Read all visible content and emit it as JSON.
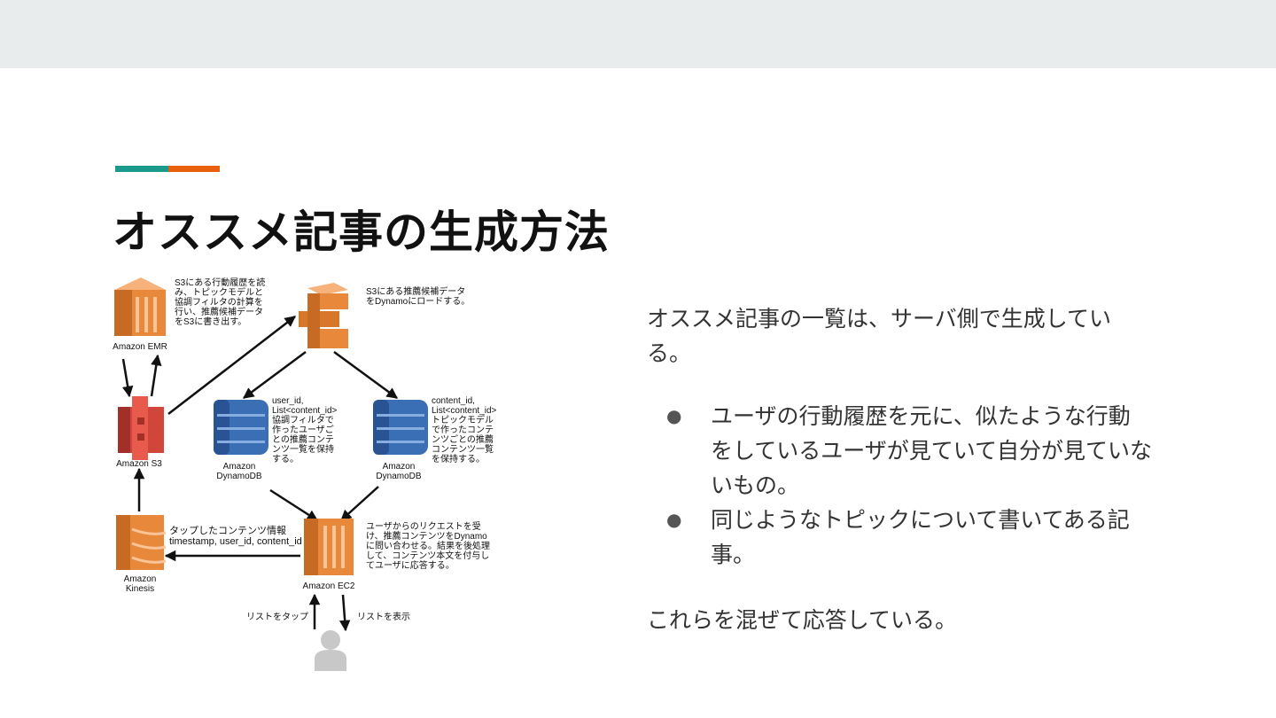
{
  "slide": {
    "title": "オススメ記事の生成方法",
    "colors": {
      "topbar": "#e8ecec",
      "accent_teal": "#1a9a8a",
      "accent_orange": "#e8600e",
      "aws_orange": "#e8883a",
      "aws_blue": "#3b6fb5",
      "aws_red": "#d0463a"
    }
  },
  "diagram": {
    "nodes": {
      "emr": "Amazon EMR",
      "s3": "Amazon S3",
      "dynamo1": [
        "Amazon",
        "DynamoDB"
      ],
      "dynamo2": [
        "Amazon",
        "DynamoDB"
      ],
      "kinesis": [
        "Amazon",
        "Kinesis"
      ],
      "ec2": "Amazon EC2"
    },
    "notes": {
      "emr": [
        "S3にある行動履歴を読",
        "み、トピックモデルと",
        "協調フィルタの計算を",
        "行い、推薦候補データ",
        "をS3に書き出す。"
      ],
      "pipeline": [
        "S3にある推薦候補データ",
        "をDynamoにロードする。"
      ],
      "dynamo1": [
        "user_id,",
        "List<content_id>",
        "協調フィルタで",
        "作ったユーザご",
        "との推薦コンテ",
        "ンツ一覧を保持",
        "する。"
      ],
      "dynamo2": [
        "content_id,",
        "List<content_id>",
        "トピックモデル",
        "で作ったコンテ",
        "ンツごとの推薦",
        "コンテンツ一覧",
        "を保持する。"
      ],
      "kinesis": [
        "タップしたコンテンツ情報",
        "timestamp, user_id, content_id"
      ],
      "ec2": [
        "ユーザからのリクエストを受",
        "け、推薦コンテンツをDynamo",
        "に問い合わせる。結果を後処理",
        "して、コンテンツ本文を付与し",
        "てユーザに応答する。"
      ],
      "tap": "リストをタップ",
      "show": "リストを表示"
    },
    "icons": [
      "emr-icon",
      "s3-icon",
      "data-pipeline-icon",
      "dynamodb-icon",
      "kinesis-icon",
      "ec2-icon",
      "user-icon"
    ]
  },
  "content": {
    "intro": "オススメ記事の一覧は、サーバ側で生成している。",
    "bullets": [
      "ユーザの行動履歴を元に、似たような行動をしているユーザが見ていて自分が見ていないもの。",
      "同じようなトピックについて書いてある記事。"
    ],
    "outro": "これらを混ぜて応答している。"
  }
}
